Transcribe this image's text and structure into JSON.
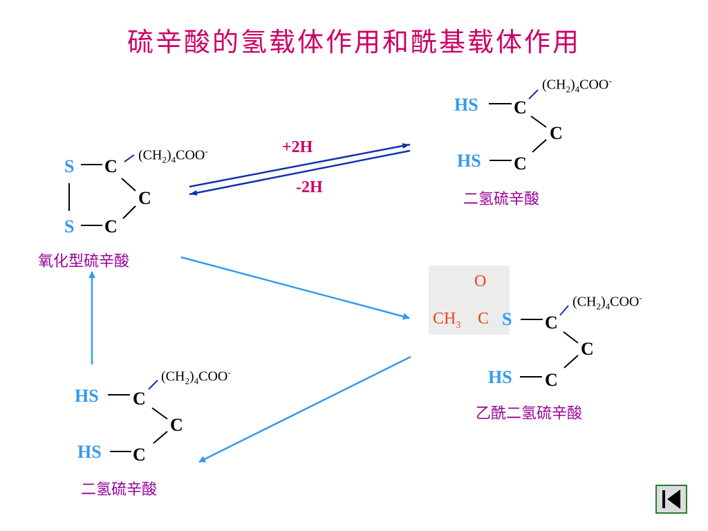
{
  "title": "硫辛酸的氢载体作用和酰基载体作用",
  "reaction": {
    "forward": "+2H",
    "reverse": "-2H"
  },
  "atoms": {
    "S": "S",
    "C": "C",
    "HS": "HS",
    "O": "O",
    "acetyl_C": "C",
    "acetyl_CH": "CH",
    "acetyl_sub": "3"
  },
  "side_chain": {
    "prefix": "(CH",
    "sub1": "2",
    "mid": ")",
    "sub2": "4",
    "suffix": "COO",
    "sup": "-"
  },
  "molecules": {
    "oxidized": {
      "name": "氧化型硫辛酸"
    },
    "dihydro_top": {
      "name": "二氢硫辛酸"
    },
    "acetyl_dihydro": {
      "name": "乙酰二氢硫辛酸"
    },
    "dihydro_bottom": {
      "name": "二氢硫辛酸"
    }
  },
  "colors": {
    "title": "#cc0066",
    "name": "#990099",
    "hs": "#3399ee",
    "arrow_blue": "#3399ee",
    "arrow_navy": "#1133aa",
    "acetyl": "#ee4411"
  },
  "icons": {
    "nav": "back-to-start-icon"
  }
}
